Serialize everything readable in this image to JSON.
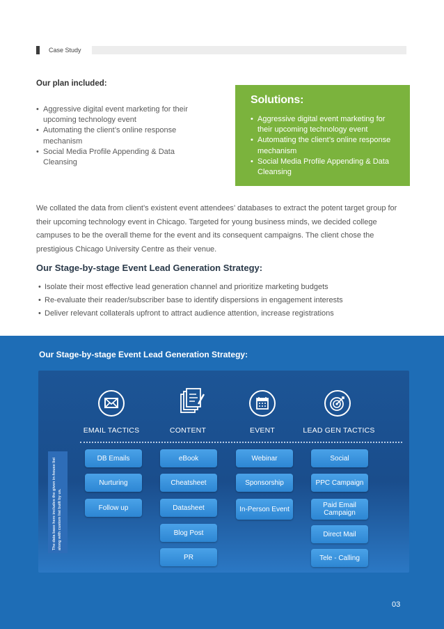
{
  "header": {
    "label": "Case Study"
  },
  "plan": {
    "title": "Our plan included:",
    "items": [
      "Aggressive digital event marketing for their upcoming technology event",
      "Automating the client’s online response mechanism",
      "Social Media Profile Appending & Data Cleansing"
    ]
  },
  "solutions": {
    "title": "Solutions:",
    "items": [
      "Aggressive digital event marketing for their upcoming technology event",
      "Automating the client’s online response mechanism",
      "Social Media Profile Appending & Data Cleansing"
    ],
    "color": "#7bb33d"
  },
  "paragraph": "We collated the data from client’s existent event attendees’ databases to extract the potent target group for their upcoming technology event in Chicago. Targeted for young business minds, we decided college campuses to be the overall theme for the event and its consequent campaigns. The client chose the prestigious Chicago University Centre as their venue.",
  "strategy": {
    "title": "Our Stage-by-stage Event Lead Generation Strategy:",
    "items": [
      "Isolate their most effective lead generation channel and prioritize marketing budgets",
      "Re-evaluate their reader/subscriber base to identify dispersions in engagement interests",
      "Deliver relevant collaterals upfront to attract audience attention, increase registrations"
    ]
  },
  "blue_section": {
    "title": "Our Stage-by-stage Event Lead Generation Strategy:",
    "color": "#1e6db6",
    "vertical_note": "The data base here includes the given in-house list along with custom list built by us.",
    "columns": [
      {
        "label": "EMAIL TACTICS",
        "icon": "envelope-icon",
        "items": [
          "DB Emails",
          "Nurturing",
          "Follow up"
        ]
      },
      {
        "label": "CONTENT",
        "icon": "documents-icon",
        "items": [
          "eBook",
          "Cheatsheet",
          "Datasheet",
          "Blog Post",
          "PR"
        ]
      },
      {
        "label": "EVENT",
        "icon": "calendar-icon",
        "items": [
          "Webinar",
          "Sponsorship",
          "In-Person Event"
        ]
      },
      {
        "label": "LEAD GEN TACTICS",
        "icon": "target-icon",
        "items": [
          "Social",
          "PPC Campaign",
          "Paid Email Campaign",
          "Direct Mail",
          "Tele - Calling"
        ]
      }
    ]
  },
  "page_number": "03"
}
